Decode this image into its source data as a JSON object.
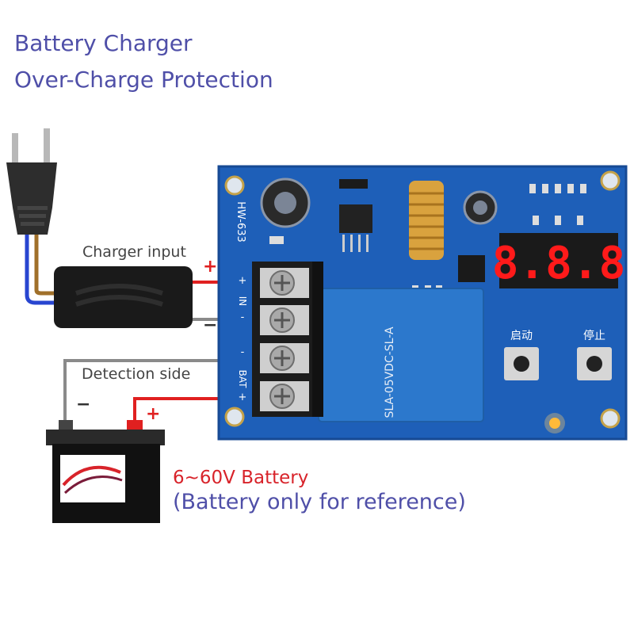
{
  "title": {
    "line1": "Battery Charger",
    "line2": "Over-Charge Protection"
  },
  "labels": {
    "charger_input": "Charger input",
    "detection_side": "Detection side",
    "battery_range": "6~60V Battery",
    "battery_note": "(Battery only for reference)"
  },
  "board": {
    "model": "HW-633",
    "display": "8.8.8",
    "start_button": "启动",
    "stop_button": "停止",
    "relay_text": "SLA-05VDC-SL-A",
    "terminal_labels": [
      "IN",
      "BAT"
    ],
    "polarity": [
      "+",
      "-",
      "-",
      "+"
    ]
  },
  "wire_signs": {
    "charger_plus": "+",
    "charger_minus": "−",
    "battery_minus": "−",
    "battery_plus": "+"
  },
  "colors": {
    "title": "#4f4fa8",
    "board": "#1e5fb8",
    "red_wire": "#e02020",
    "gray_wire": "#8a8a8a",
    "display_led": "#ff1a1a",
    "relay": "#2c78cc"
  }
}
